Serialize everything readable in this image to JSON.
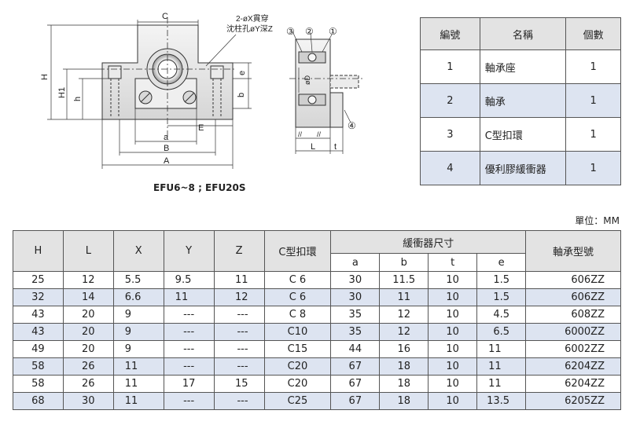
{
  "drawing": {
    "front": {
      "dim_C": "C",
      "hole_note_1": "2-øX貫穿",
      "hole_note_2": "沈柱孔øY深Z",
      "dim_H": "H",
      "dim_H1": "H1",
      "dim_h": "h",
      "dim_e": "e",
      "dim_b": "b",
      "dim_E": "E",
      "dim_a": "a",
      "dim_B": "B",
      "dim_A": "A"
    },
    "side": {
      "callout_3": "③",
      "callout_2": "②",
      "callout_1": "①",
      "callout_4": "④",
      "dim_phiD": "øD",
      "dim_L": "L",
      "dim_t": "t",
      "tick_mark": "//"
    },
    "caption": "EFU6~8 ; EFU20S"
  },
  "parts_table": {
    "headers": [
      "編號",
      "名稱",
      "個數"
    ],
    "rows": [
      [
        "1",
        "軸承座",
        "1"
      ],
      [
        "2",
        "軸承",
        "1"
      ],
      [
        "3",
        "C型扣環",
        "1"
      ],
      [
        "4",
        "優利膠緩衝器",
        "1"
      ]
    ]
  },
  "unit_label": "單位：MM",
  "dims_table": {
    "headers": {
      "H": "H",
      "L": "L",
      "X": "X",
      "Y": "Y",
      "Z": "Z",
      "ring": "C型扣環",
      "buffer": "緩衝器尺寸",
      "a": "a",
      "b": "b",
      "t": "t",
      "e": "e",
      "bearing": "軸承型號"
    },
    "rows": [
      [
        "25",
        "12",
        "5.5",
        "9.5",
        "11",
        "C  6",
        "30",
        "11.5",
        "10",
        "1.5",
        "606ZZ"
      ],
      [
        "32",
        "14",
        "6.6",
        "11",
        "12",
        "C  6",
        "30",
        "11",
        "10",
        "1.5",
        "606ZZ"
      ],
      [
        "43",
        "20",
        "9",
        "---",
        "---",
        "C  8",
        "35",
        "12",
        "10",
        "4.5",
        "608ZZ"
      ],
      [
        "43",
        "20",
        "9",
        "---",
        "---",
        "C10",
        "35",
        "12",
        "10",
        "6.5",
        "6000ZZ"
      ],
      [
        "49",
        "20",
        "9",
        "---",
        "---",
        "C15",
        "44",
        "16",
        "10",
        "11",
        "6002ZZ"
      ],
      [
        "58",
        "26",
        "11",
        "---",
        "---",
        "C20",
        "67",
        "18",
        "10",
        "11",
        "6204ZZ"
      ],
      [
        "58",
        "26",
        "11",
        "17",
        "15",
        "C20",
        "67",
        "18",
        "10",
        "11",
        "6204ZZ"
      ],
      [
        "68",
        "30",
        "11",
        "---",
        "---",
        "C25",
        "67",
        "18",
        "10",
        "13.5",
        "6205ZZ"
      ]
    ]
  }
}
